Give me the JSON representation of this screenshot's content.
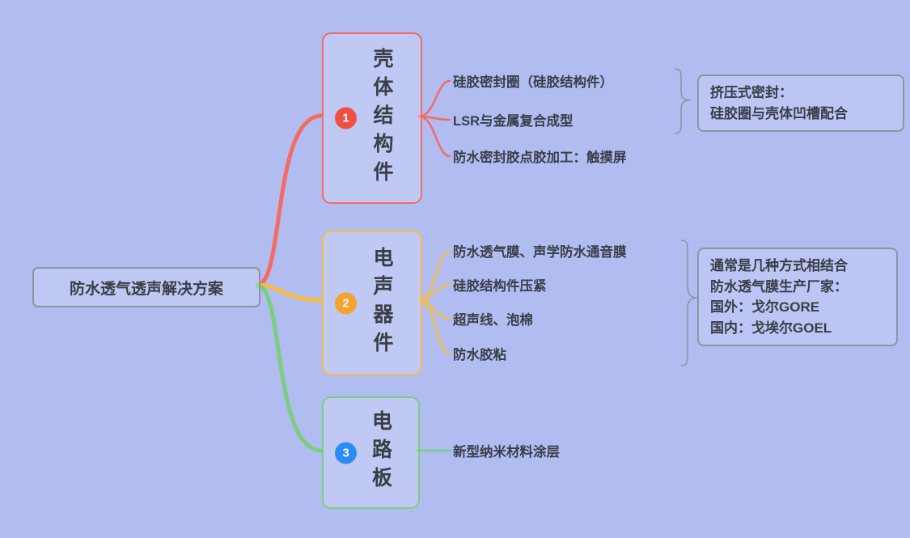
{
  "canvas": {
    "background_color": "#b1bcf1",
    "text_color": "#3a3e47",
    "border_gray": "#8e95a2"
  },
  "root": {
    "label": "防水透气透声解决方案"
  },
  "branches": [
    {
      "number": "1",
      "label": "壳体结构件",
      "line_color": "#f46b63",
      "badge_color": "#f24f43",
      "children": [
        "硅胶密封圈（硅胶结构件）",
        "LSR与金属复合成型",
        "防水密封胶点胶加工：触摸屏"
      ],
      "note": "挤压式密封：\n硅胶圈与壳体凹槽配合"
    },
    {
      "number": "2",
      "label": "电声器件",
      "line_color": "#f6bb42",
      "badge_color": "#f6a22e",
      "children": [
        "防水透气膜、声学防水通音膜",
        "硅胶结构件压紧",
        "超声线、泡棉",
        "防水胶粘"
      ],
      "note": "通常是几种方式相结合\n防水透气膜生产厂家：\n国外：戈尔GORE\n国内：戈埃尔GOEL"
    },
    {
      "number": "3",
      "label": "电路板",
      "line_color": "#7bcd80",
      "badge_color": "#2a8cf4",
      "children": [
        "新型纳米材料涂层"
      ]
    }
  ]
}
